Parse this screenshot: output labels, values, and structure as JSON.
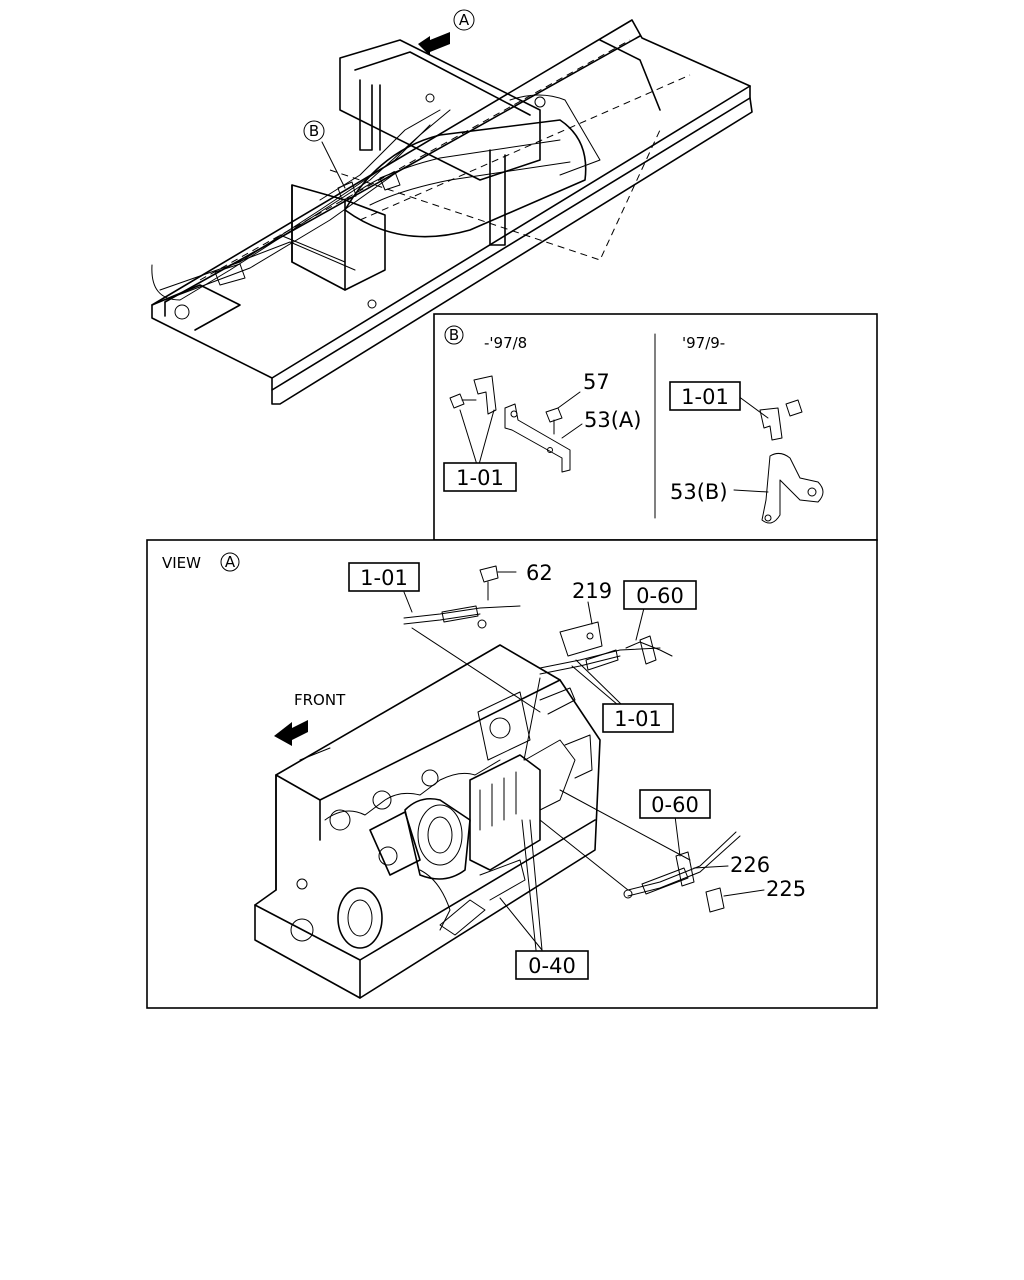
{
  "top_view": {
    "marker_a": "A",
    "marker_b": "B"
  },
  "detail_b": {
    "marker": "B",
    "left_period": "-'97/8",
    "right_period": "'97/9-",
    "left_parts": {
      "clip_ref": "1-01",
      "bolt_57": "57",
      "bracket_53a": "53(A)"
    },
    "right_parts": {
      "clip_ref": "1-01",
      "bracket_53b": "53(B)"
    }
  },
  "view_a": {
    "title": "VIEW",
    "marker": "A",
    "front_label": "FRONT",
    "callouts": {
      "ref_1_01_top": "1-01",
      "bolt_62": "62",
      "part_219": "219",
      "ref_0_60_top": "0-60",
      "ref_1_01_mid": "1-01",
      "ref_0_60_mid": "0-60",
      "part_226": "226",
      "part_225": "225",
      "ref_0_40": "0-40"
    }
  }
}
